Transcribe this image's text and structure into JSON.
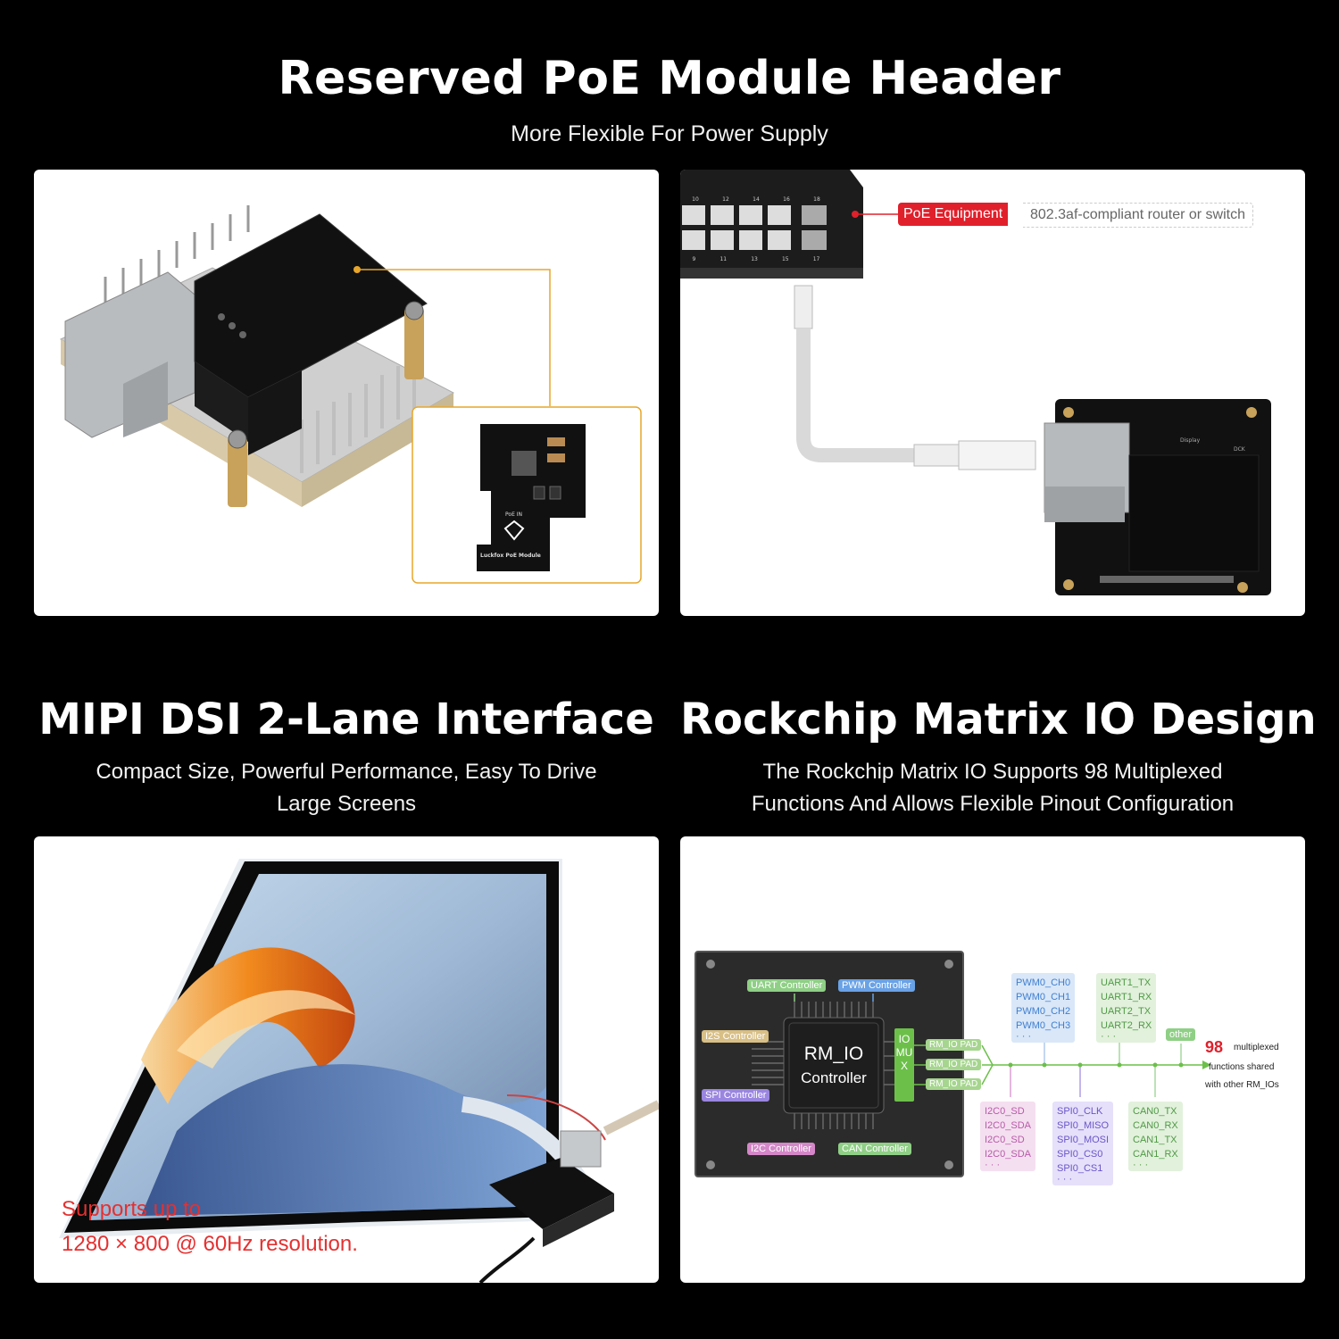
{
  "header": {
    "title": "Reserved PoE Module Header",
    "subtitle": "More Flexible For Power Supply"
  },
  "poe_panel": {
    "module_silk_poe_in": "PoE IN",
    "module_silk_name": "Luckfox PoE Module"
  },
  "switch_panel": {
    "label_tag": "PoE Equipment",
    "label_desc": "802.3af-compliant router or switch",
    "port_top": [
      "10",
      "12",
      "14",
      "16",
      "18"
    ],
    "port_bottom": [
      "9",
      "11",
      "13",
      "15",
      "17"
    ],
    "board_silk": [
      "Display",
      "DCK"
    ]
  },
  "mipi": {
    "title": "MIPI DSI 2-Lane Interface",
    "subtitle_line1": "Compact Size, Powerful Performance, Easy To Drive",
    "subtitle_line2": "Large Screens",
    "note_line1": "Supports up to",
    "note_line2": "1280 × 800 @ 60Hz resolution."
  },
  "matrix": {
    "title": "Rockchip Matrix IO Design",
    "subtitle_line1": "The Rockchip Matrix IO Supports 98 Multiplexed",
    "subtitle_line2": "Functions And Allows Flexible Pinout Configuration",
    "chip_line1": "RM_IO",
    "chip_line2": "Controller",
    "controllers": {
      "uart": "UART Controller",
      "pwm": "PWM Controller",
      "i2s": "I2S Controller",
      "spi": "SPI Controller",
      "i2c": "I2C Controller",
      "can": "CAN Controller"
    },
    "iomux": "IOMUX",
    "pads": [
      "RM_IO PAD",
      "RM_IO PAD",
      "RM_IO PAD"
    ],
    "pwm_list": [
      "PWM0_CH0",
      "PWM0_CH1",
      "PWM0_CH2",
      "PWM0_CH3",
      "· · ·"
    ],
    "uart_list": [
      "UART1_TX",
      "UART1_RX",
      "UART2_TX",
      "UART2_RX",
      "· · ·"
    ],
    "other": "other",
    "i2c_list": [
      "I2C0_SD",
      "I2C0_SDA",
      "I2C0_SD",
      "I2C0_SDA",
      "· · ·"
    ],
    "spi_list": [
      "SPI0_CLK",
      "SPI0_MISO",
      "SPI0_MOSI",
      "SPI0_CS0",
      "SPI0_CS1",
      "· · ·"
    ],
    "can_list": [
      "CAN0_TX",
      "CAN0_RX",
      "CAN1_TX",
      "CAN1_RX",
      "· · ·"
    ],
    "count": "98",
    "count_note1": "multiplexed",
    "count_note2": "functions shared",
    "count_note3": "with other RM_IOs"
  },
  "colors": {
    "accent_red": "#e0202b",
    "note_red": "#e53030",
    "orange_line": "#e8a62a",
    "green": "#6cc04a",
    "uart_green": "#8fcf86",
    "pwm_blue": "#6aa2e6",
    "i2s_tan": "#d8bf86",
    "spi_purple": "#9a86e0",
    "i2c_pink": "#d487c8",
    "can_green": "#8fcf86"
  }
}
